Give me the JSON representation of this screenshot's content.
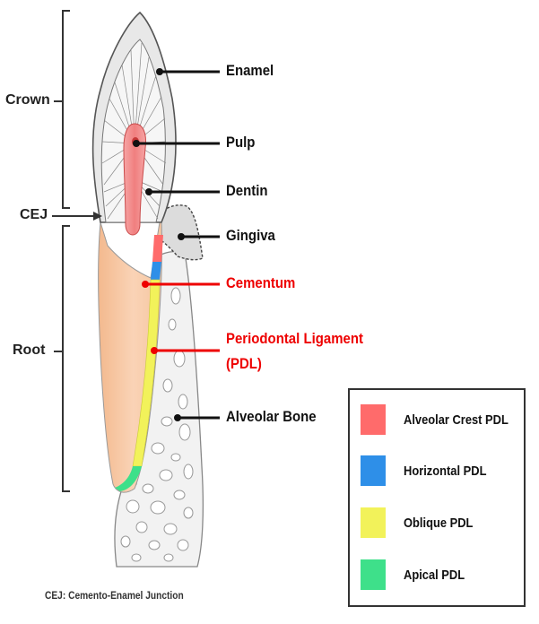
{
  "labels": {
    "enamel": "Enamel",
    "pulp": "Pulp",
    "dentin": "Dentin",
    "gingiva": "Gingiva",
    "cementum": "Cementum",
    "pdl_line1": "Periodontal Ligament",
    "pdl_line2": "(PDL)",
    "alveolar_bone": "Alveolar Bone"
  },
  "side_labels": {
    "crown": "Crown",
    "cej": "CEJ",
    "root": "Root"
  },
  "legend": [
    {
      "label": "Alveolar Crest PDL",
      "color": "#ff6b6b"
    },
    {
      "label": "Horizontal PDL",
      "color": "#2e8fe8"
    },
    {
      "label": "Oblique PDL",
      "color": "#f2f25a"
    },
    {
      "label": "Apical PDL",
      "color": "#3ee08a"
    }
  ],
  "footnote": "CEJ: Cemento-Enamel Junction",
  "colors": {
    "highlight_red": "#ee0000",
    "root_fill": "#f7c9a4",
    "pulp_fill": "#f08888",
    "bone_fill": "#f0f0f0"
  }
}
